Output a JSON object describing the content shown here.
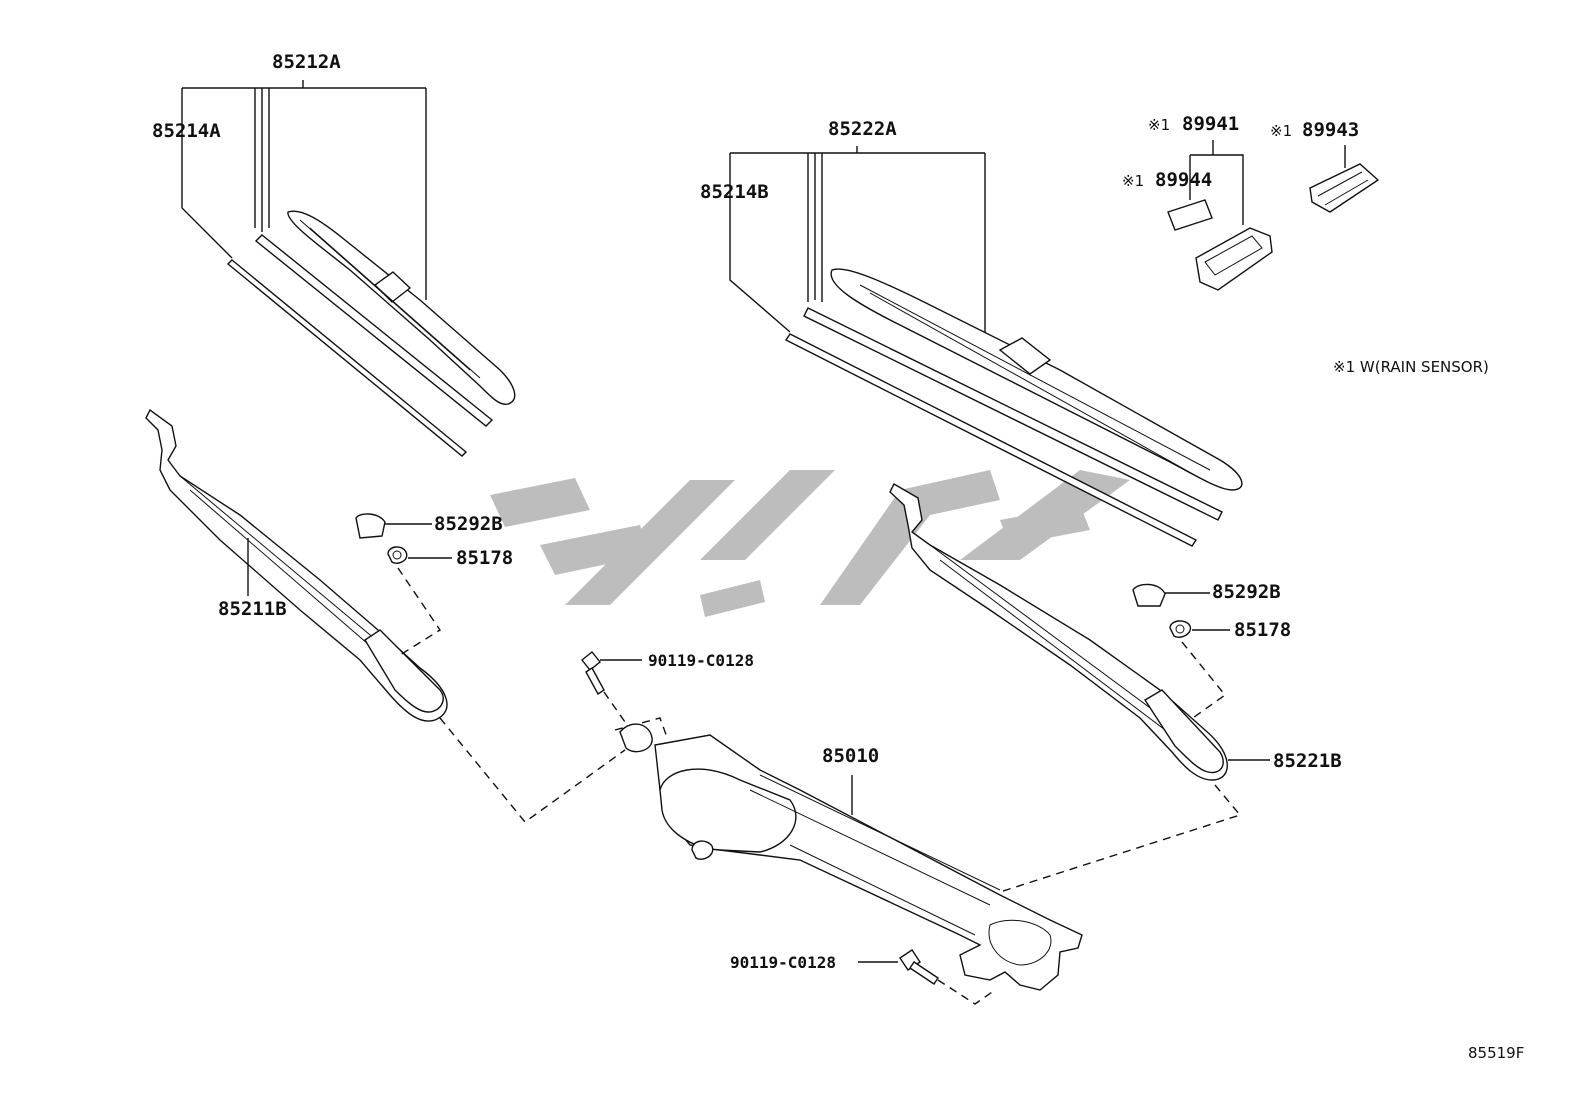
{
  "labels": {
    "p85212A": "85212A",
    "p85214A": "85214A",
    "p85222A": "85222A",
    "p85214B": "85214B",
    "p89941_mark": "※1",
    "p89941": "89941",
    "p89943_mark": "※1",
    "p89943": "89943",
    "p89944_mark": "※1",
    "p89944": "89944",
    "note": "※1 W(RAIN SENSOR)",
    "p85292B_left": "85292B",
    "p85178_left": "85178",
    "p85211B": "85211B",
    "p90119_top": "90119-C0128",
    "p85292B_right": "85292B",
    "p85178_right": "85178",
    "p85010": "85010",
    "p85221B": "85221B",
    "p90119_bottom": "90119-C0128",
    "figure_code": "85519F"
  },
  "colors": {
    "line": "#111111",
    "watermark": "#bdbdbd",
    "background": "#ffffff"
  }
}
